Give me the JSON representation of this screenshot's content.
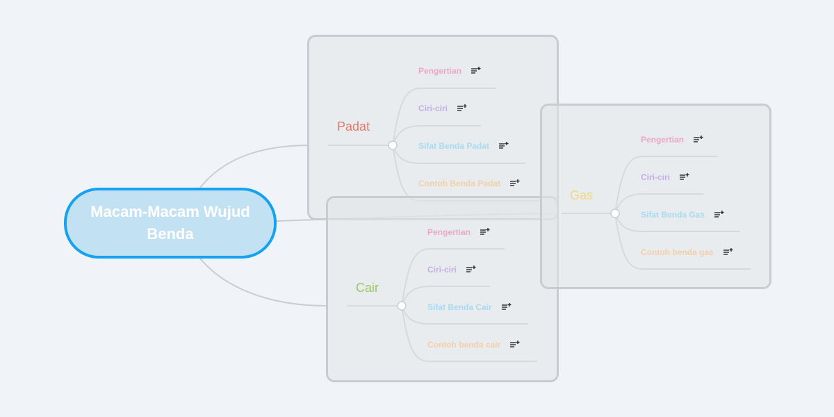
{
  "root": {
    "title_line1": "Macam-Macam Wujud",
    "title_line2": "Benda",
    "color": "#17a2ef"
  },
  "branches": [
    {
      "label": "Padat",
      "color": "#e07a6a",
      "children": [
        {
          "label": "Pengertian",
          "color": "#eba8c6"
        },
        {
          "label": "Ciri-ciri",
          "color": "#c5aee8"
        },
        {
          "label": "Sifat Benda Padat",
          "color": "#a8daf2"
        },
        {
          "label": "Contoh Benda Padat",
          "color": "#f3cfa8"
        }
      ]
    },
    {
      "label": "Cair",
      "color": "#9cc76a",
      "children": [
        {
          "label": "Pengertian",
          "color": "#eba8c6"
        },
        {
          "label": "Ciri-ciri",
          "color": "#c5aee8"
        },
        {
          "label": "Sifat Benda Cair",
          "color": "#a8daf2"
        },
        {
          "label": "Contoh benda cair",
          "color": "#f3cfa8"
        }
      ]
    },
    {
      "label": "Gas",
      "color": "#f5d77a",
      "children": [
        {
          "label": "Pengertian",
          "color": "#eba8c6"
        },
        {
          "label": "Ciri-ciri",
          "color": "#c5aee8"
        },
        {
          "label": "Sifat Benda Gas",
          "color": "#a8daf2"
        },
        {
          "label": "Contoh benda gas",
          "color": "#f3cfa8"
        }
      ]
    }
  ],
  "icons": {
    "leaf_note": "note-add-icon",
    "branch_knob": "collapse-knob-icon"
  },
  "colors": {
    "connector": "#c9cdd1",
    "group_border": "#c9cccf",
    "background": "#f0f4f8",
    "note_icon": "#2a2a2a"
  }
}
